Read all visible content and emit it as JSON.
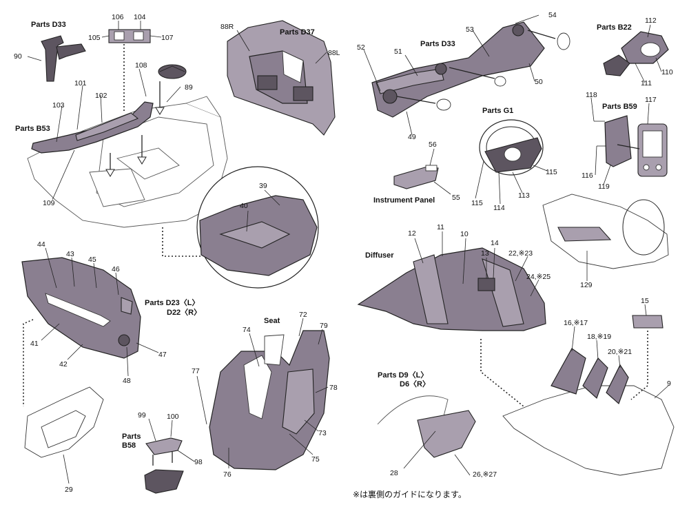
{
  "titles": {
    "d33_top": "Parts D33",
    "b53": "Parts B53",
    "d37": "Parts D37",
    "d33_mid": "Parts D33",
    "b22": "Parts B22",
    "b59": "Parts B59",
    "g1": "Parts G1",
    "instrument_panel": "Instrument Panel",
    "diffuser": "Diffuser",
    "d23": "Parts D23〈L〉",
    "d22": "D22〈R〉",
    "seat": "Seat",
    "d9": "Parts D9〈L〉",
    "d6": "D6〈R〉",
    "b58_a": "Parts",
    "b58_b": "B58"
  },
  "labels": {
    "n90": "90",
    "n106": "106",
    "n104": "104",
    "n105": "105",
    "n107": "107",
    "n88R": "88R",
    "n88L": "88L",
    "n54": "54",
    "n112": "112",
    "n108": "108",
    "n89": "89",
    "n101": "101",
    "n102": "102",
    "n103": "103",
    "n109": "109",
    "n52": "52",
    "n53": "53",
    "n51": "51",
    "n50": "50",
    "n49": "49",
    "n110": "110",
    "n111": "111",
    "n118": "118",
    "n117": "117",
    "n116": "116",
    "n119": "119",
    "n39": "39",
    "n40": "40",
    "n56": "56",
    "n55": "55",
    "n115a": "115",
    "n115b": "115",
    "n114": "114",
    "n113": "113",
    "n129": "129",
    "n12": "12",
    "n11": "11",
    "n10": "10",
    "n14": "14",
    "n13": "13",
    "n22": "22,※23",
    "n24": "24,※25",
    "n44": "44",
    "n43": "43",
    "n45": "45",
    "n46": "46",
    "n41": "41",
    "n42": "42",
    "n47": "47",
    "n48": "48",
    "n72": "72",
    "n79": "79",
    "n74": "74",
    "n77": "77",
    "n78": "78",
    "n73": "73",
    "n75": "75",
    "n76": "76",
    "n15": "15",
    "n16": "16,※17",
    "n18": "18,※19",
    "n20": "20,※21",
    "n9": "9",
    "n99": "99",
    "n100": "100",
    "n98": "98",
    "n29": "29",
    "n28": "28",
    "n26": "26,※27"
  },
  "footnote": "※は裏側のガイドになります。"
}
